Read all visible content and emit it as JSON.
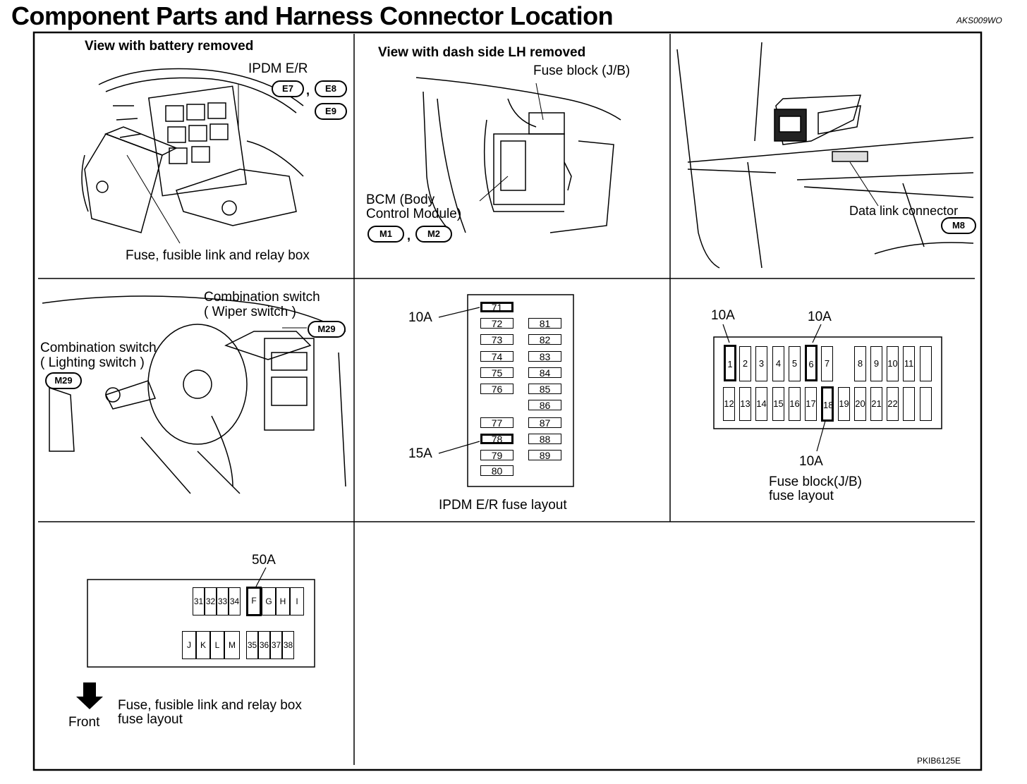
{
  "header": {
    "title": "Component Parts and Harness Connector Location",
    "code": "AKS009WO"
  },
  "footer": {
    "code": "PKIB6125E"
  },
  "panel1": {
    "view_title": "View with battery removed",
    "ipdm_label": "IPDM E/R",
    "connectors": [
      "E7",
      "E8",
      "E9"
    ],
    "box_label": "Fuse, fusible link and relay box"
  },
  "panel2": {
    "view_title": "View with dash side LH removed",
    "fuse_block_label": "Fuse block (J/B)",
    "bcm_label_1": "BCM (Body",
    "bcm_label_2": "Control Module)",
    "connectors": [
      "M1",
      "M2"
    ]
  },
  "panel3": {
    "dlc_label": "Data link connector",
    "connector": "M8"
  },
  "panel4": {
    "wiper_label_1": "Combination switch",
    "wiper_label_2": "( Wiper switch )",
    "wiper_connector": "M29",
    "lighting_label_1": "Combination switch",
    "lighting_label_2": "( Lighting switch )",
    "lighting_connector": "M29"
  },
  "panel5": {
    "amp_top": "10A",
    "amp_bottom": "15A",
    "left_column": [
      "71",
      "72",
      "73",
      "74",
      "75",
      "76",
      "77",
      "78",
      "79",
      "80"
    ],
    "right_column": [
      "81",
      "82",
      "83",
      "84",
      "85",
      "86",
      "87",
      "88",
      "89"
    ],
    "caption": "IPDM E/R fuse layout"
  },
  "panel6": {
    "amp_1": "10A",
    "amp_6": "10A",
    "amp_18": "10A",
    "top_row": [
      "1",
      "2",
      "3",
      "4",
      "5",
      "6",
      "7",
      "",
      "8",
      "9",
      "10",
      "11",
      ""
    ],
    "bottom_row": [
      "12",
      "13",
      "14",
      "15",
      "16",
      "17",
      "18",
      "19",
      "20",
      "21",
      "22",
      "",
      ""
    ],
    "caption_1": "Fuse block(J/B)",
    "caption_2": "fuse layout"
  },
  "panel7": {
    "amp": "50A",
    "top_row": [
      "31",
      "32",
      "33",
      "34",
      "F",
      "G",
      "H",
      "I"
    ],
    "bottom_row": [
      "J",
      "K",
      "L",
      "M",
      "35",
      "36",
      "37",
      "38"
    ],
    "front_label": "Front",
    "caption_1": "Fuse, fusible link and relay box",
    "caption_2": "fuse layout"
  }
}
